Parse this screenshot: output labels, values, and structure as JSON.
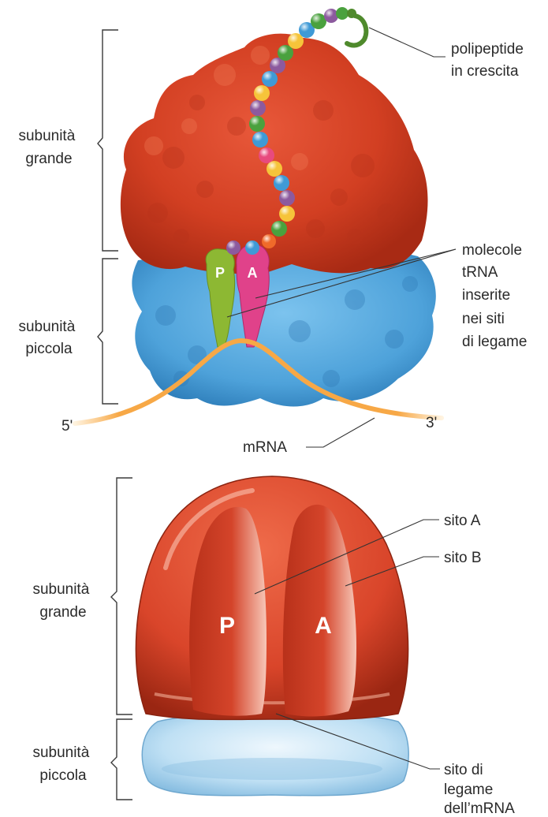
{
  "top_diagram": {
    "large_subunit_label": [
      "subunità",
      "grande"
    ],
    "small_subunit_label": [
      "subunità",
      "piccola"
    ],
    "polypeptide_label": [
      "polipeptide",
      "in crescita"
    ],
    "trna_label": [
      "molecole",
      "tRNA",
      "inserite",
      "nei siti",
      "di legame"
    ],
    "mrna_label": "mRNA",
    "five_prime": "5'",
    "three_prime": "3'",
    "p_site": "P",
    "a_site": "A"
  },
  "bottom_diagram": {
    "large_subunit_label": [
      "subunità",
      "grande"
    ],
    "small_subunit_label": [
      "subunità",
      "piccola"
    ],
    "site_a_label": "sito A",
    "site_b_label": "sito B",
    "mrna_site_label": [
      "sito di",
      "legame",
      "dell’mRNA"
    ],
    "p_site": "P",
    "a_site": "A"
  },
  "colors": {
    "large_subunit": "#d9452a",
    "small_subunit": "#5aaee0",
    "mrna": "#f39a2e",
    "p_trna": "#8db833",
    "a_trna": "#e0428a"
  }
}
